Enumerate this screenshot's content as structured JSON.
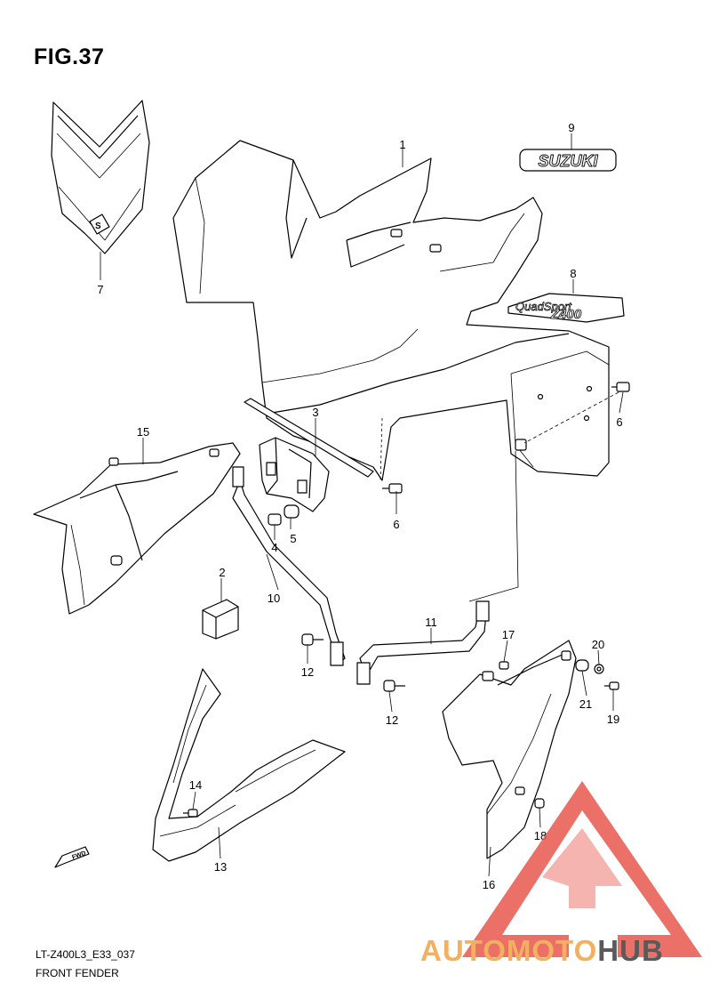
{
  "figure": {
    "title": "FIG.37"
  },
  "callouts": [
    {
      "id": "c1",
      "text": "1"
    },
    {
      "id": "c2",
      "text": "2"
    },
    {
      "id": "c3",
      "text": "3"
    },
    {
      "id": "c4",
      "text": "4"
    },
    {
      "id": "c5",
      "text": "5"
    },
    {
      "id": "c6a",
      "text": "6"
    },
    {
      "id": "c6b",
      "text": "6"
    },
    {
      "id": "c7",
      "text": "7"
    },
    {
      "id": "c8",
      "text": "8"
    },
    {
      "id": "c9",
      "text": "9"
    },
    {
      "id": "c10",
      "text": "10"
    },
    {
      "id": "c11",
      "text": "11"
    },
    {
      "id": "c12a",
      "text": "12"
    },
    {
      "id": "c12b",
      "text": "12"
    },
    {
      "id": "c13",
      "text": "13"
    },
    {
      "id": "c14",
      "text": "14"
    },
    {
      "id": "c15",
      "text": "15"
    },
    {
      "id": "c16",
      "text": "16"
    },
    {
      "id": "c17",
      "text": "17"
    },
    {
      "id": "c18",
      "text": "18"
    },
    {
      "id": "c19",
      "text": "19"
    },
    {
      "id": "c20",
      "text": "20"
    },
    {
      "id": "c21",
      "text": "21"
    }
  ],
  "emblems": {
    "suzuki": "SUZUKI",
    "quadsport": "QuadSport",
    "model": "Z400"
  },
  "fwd_arrow": "FWD",
  "footer": {
    "code": "LT-Z400L3_E33_037",
    "name": "FRONT FENDER"
  },
  "watermark": {
    "part1": "AUTOMOTO",
    "part2": "HUB",
    "color1": "#f2b060",
    "color2": "#5a5a5a",
    "triangle_color": "#e8584e"
  }
}
